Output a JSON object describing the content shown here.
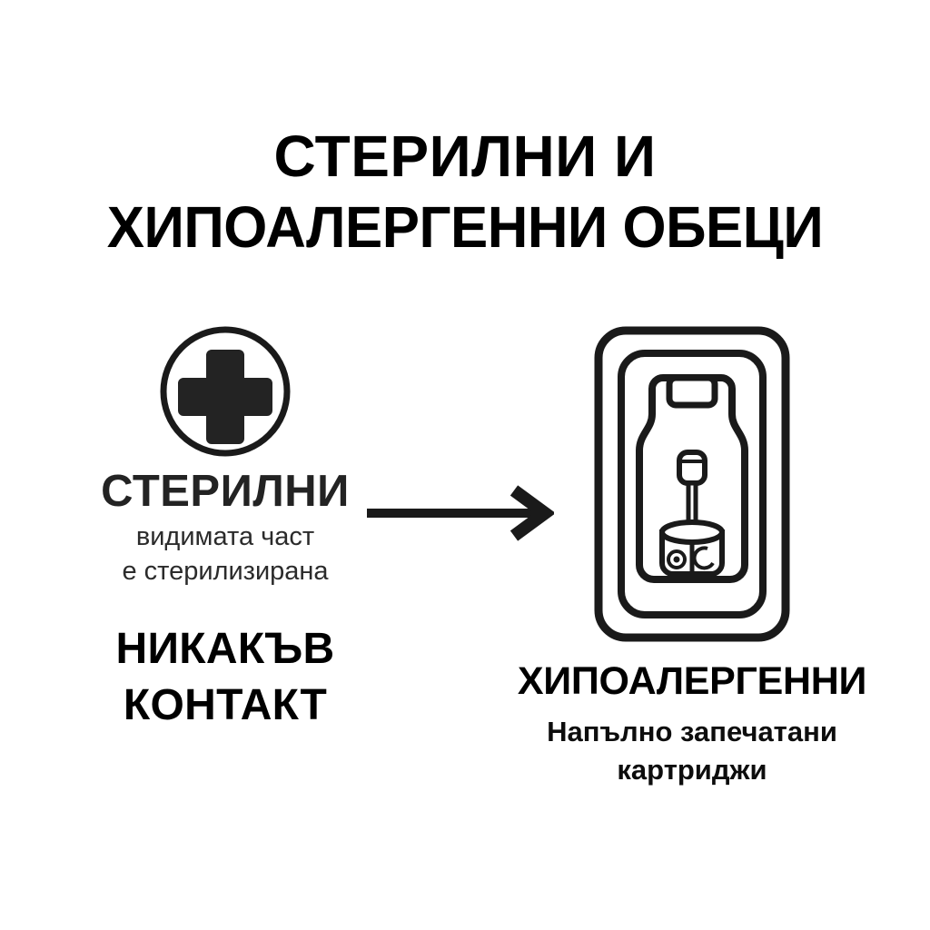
{
  "background_color": "#ffffff",
  "title": {
    "line1": "СТЕРИЛНИ И",
    "line2": "ХИПОАЛЕРГЕННИ ОБЕЦИ",
    "color": "#000000"
  },
  "left": {
    "badge_icon": "circle-cross-icon",
    "badge_color": "#232323",
    "label": "СТЕРИЛНИ",
    "sub_line1": "видимата част",
    "sub_line2": "е стерилизирана",
    "headline_line1": "НИКАКЪВ",
    "headline_line2": "КОНТАКТ"
  },
  "arrow": {
    "icon": "right-arrow-icon",
    "color": "#1a1a1a",
    "direction": "right"
  },
  "right": {
    "package_icon": "sealed-cartridge-package-icon",
    "package_color": "#1a1a1a",
    "headline": "ХИПОАЛЕРГЕННИ",
    "sub_line1": "Напълно запечатани",
    "sub_line2": "картриджи"
  }
}
